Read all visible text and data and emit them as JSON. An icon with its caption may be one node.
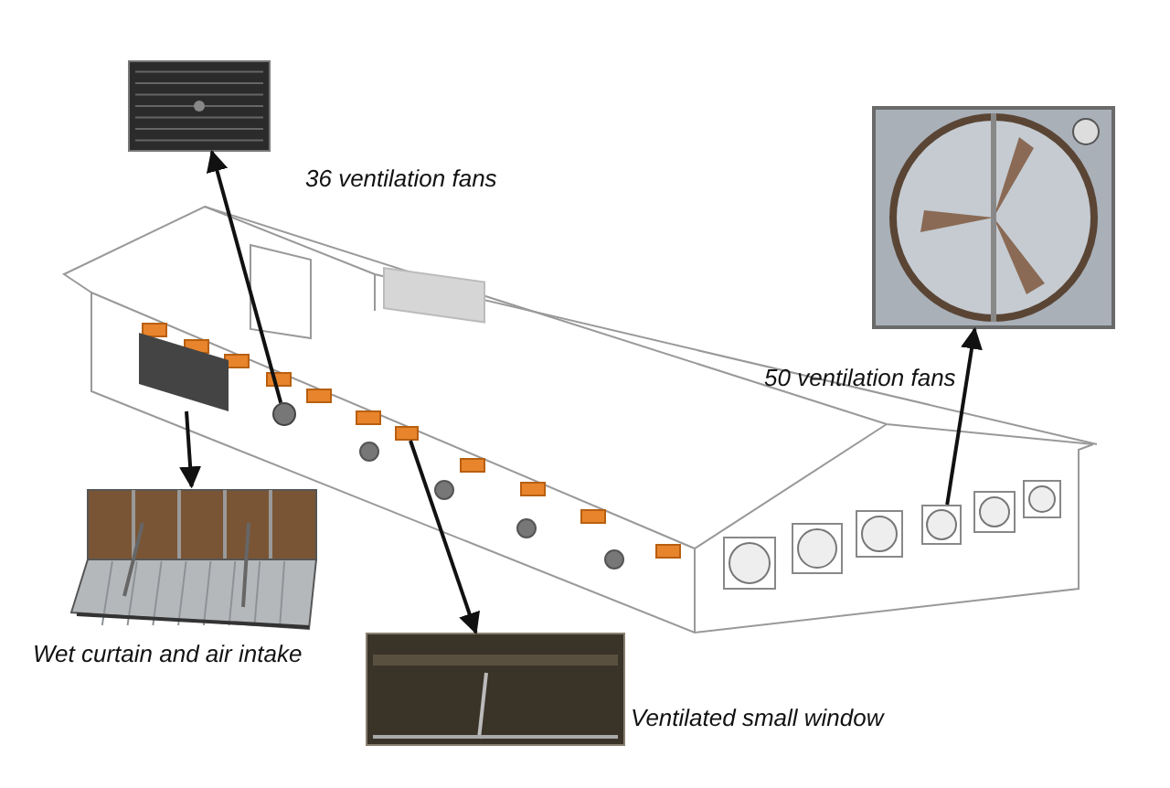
{
  "diagram": {
    "nodes": [
      {
        "text": [],
        "shape": "picture",
        "beside": [
          "36 ventilation fans"
        ]
      },
      {
        "text": [],
        "shape": "picture",
        "beside": [
          "50 ventilation fans"
        ]
      },
      {
        "text": [],
        "shape": "picture",
        "beside": [
          "Wet curtain and air intake"
        ]
      },
      {
        "text": [],
        "shape": "picture",
        "beside": [
          "Ventilated small window"
        ]
      },
      {
        "text": [],
        "shape": "circle"
      },
      {
        "text": [],
        "shape": "box"
      },
      {
        "text": [],
        "shape": "box"
      },
      {
        "text": [],
        "shape": "box"
      }
    ],
    "edges": [
      {
        "from": 4,
        "to": 0,
        "arrow": "to"
      },
      {
        "from": 7,
        "to": 1,
        "arrow": "to"
      },
      {
        "from": 5,
        "to": 2,
        "arrow": "to"
      },
      {
        "from": 6,
        "to": 3,
        "arrow": "to"
      }
    ]
  }
}
